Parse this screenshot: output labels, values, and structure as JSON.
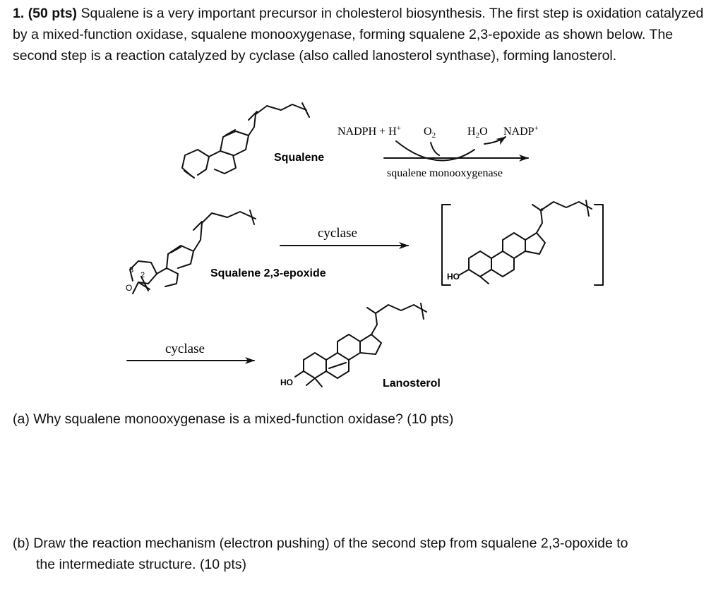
{
  "question": {
    "number": "1.",
    "points": "(50 pts)",
    "intro": "Squalene is a very important precursor in cholesterol biosynthesis. The first step is oxidation catalyzed by a mixed-function oxidase, squalene monooxygenase, forming squalene 2,3-epoxide as shown below. The second step is a reaction catalyzed by cyclase (also called lanosterol synthase), forming lanosterol."
  },
  "scheme": {
    "squalene_label": "Squalene",
    "reagents_left": "NADPH + H",
    "reagents_left_sup": "+",
    "o2_text": "O",
    "o2_sub": "2",
    "h2o_h": "H",
    "h2o_sub": "2",
    "h2o_o": "O",
    "nadp": "NADP",
    "nadp_sup": "+",
    "enzyme1": "squalene monooxygenase",
    "cyclase_1": "cyclase",
    "epoxide_label": "Squalene 2,3-epoxide",
    "num_3": "3",
    "num_2": "2",
    "epoxide_o": "O",
    "intermediate_ho": "HO",
    "cation_plus": "+",
    "cyclase_2": "cyclase",
    "lanosterol_ho": "HO",
    "lanosterol_label": "Lanosterol"
  },
  "parts": {
    "a": "(a) Why squalene monooxygenase is a mixed-function oxidase? (10 pts)",
    "b_line1": "(b) Draw the reaction mechanism (electron pushing) of the second step from squalene 2,3-opoxide to",
    "b_line2": "the intermediate structure. (10 pts)"
  }
}
